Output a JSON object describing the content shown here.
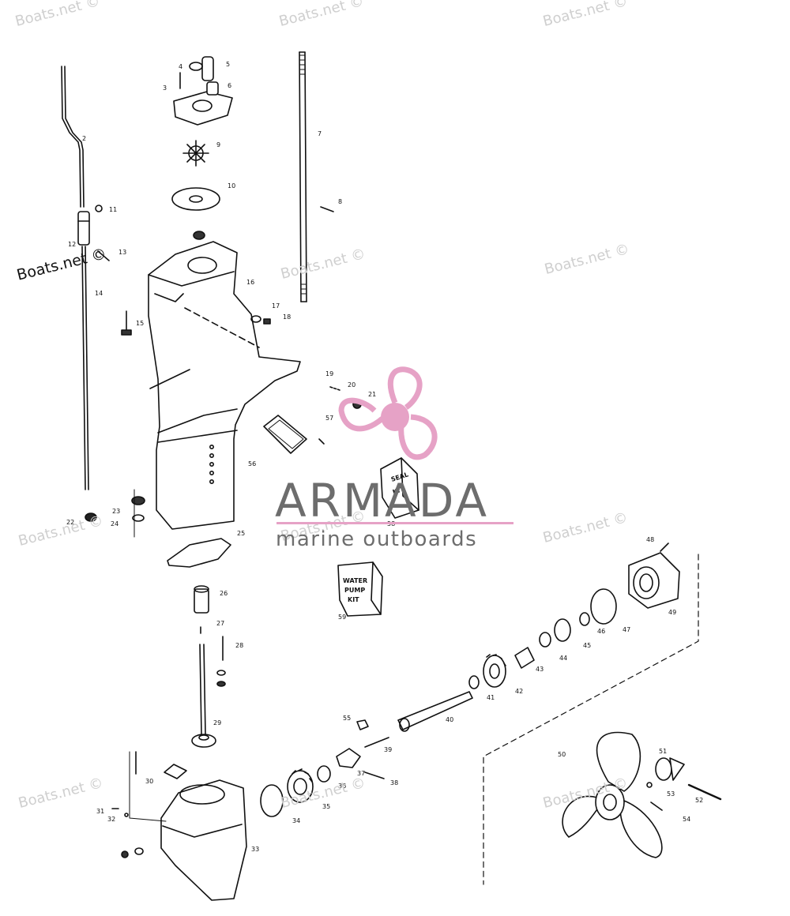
{
  "watermark": "Boats.net ©",
  "logo": {
    "name": "ARMADA",
    "tagline": "marine outboards",
    "accent": "#e6a2c6",
    "text_color": "#6d6d6d"
  },
  "kits": {
    "seal_kit": [
      "SEAL",
      "KIT"
    ],
    "water_pump_kit": [
      "WATER",
      "PUMP",
      "KIT"
    ]
  },
  "callouts": [
    "2",
    "3",
    "4",
    "5",
    "6",
    "7",
    "8",
    "9",
    "10",
    "11",
    "12",
    "13",
    "14",
    "15",
    "16",
    "17",
    "18",
    "19",
    "20",
    "21",
    "22",
    "23",
    "24",
    "25",
    "26",
    "27",
    "28",
    "29",
    "30",
    "31",
    "32",
    "33",
    "34",
    "35",
    "36",
    "37",
    "38",
    "39",
    "40",
    "41",
    "42",
    "43",
    "44",
    "45",
    "46",
    "47",
    "48",
    "49",
    "50",
    "51",
    "52",
    "53",
    "54",
    "55",
    "56",
    "57",
    "58",
    "59"
  ]
}
